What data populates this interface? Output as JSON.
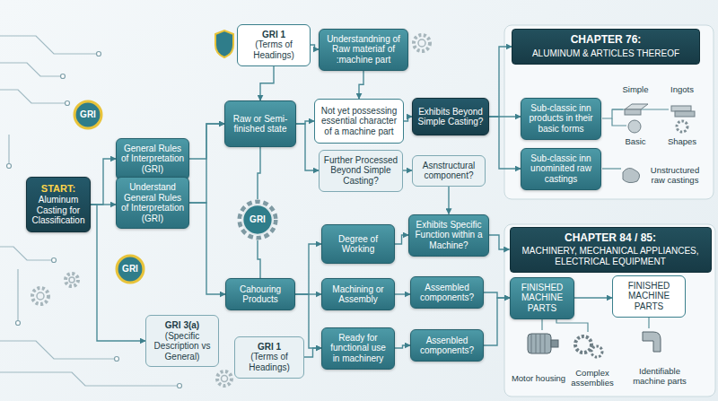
{
  "diagram": {
    "nodes": [
      {
        "text": [
          "START:",
          "Aluminum Casting for Classification"
        ]
      },
      {
        "text": [
          "General Rules of Interpretation (GRI)"
        ]
      },
      {
        "text": [
          "GRI"
        ]
      },
      {
        "text": [
          "Understand General Rules of Interpretation (GRI)"
        ]
      },
      {
        "text": [
          "GRI"
        ]
      },
      {
        "text": [
          "GRI 3(a)",
          "(Specific Description vs General)"
        ]
      },
      {
        "text": [
          "GRI 1",
          "(Terms of Headings)"
        ]
      },
      {
        "text": [
          "Raw or Semi-finished state"
        ]
      },
      {
        "text": [
          "GRI"
        ]
      },
      {
        "text": [
          "Cahouring Products"
        ]
      },
      {
        "text": [
          "GRI 1",
          "(Terms of Headings)"
        ]
      },
      {
        "text": [
          "Understandning of Raw materiaf of :machine part"
        ]
      },
      {
        "text": [
          "Not yet possessing essential character of a machine part"
        ]
      },
      {
        "text": [
          "Further Processed Beyond Simple Casting?"
        ]
      },
      {
        "text": [
          "Degree of Working"
        ]
      },
      {
        "text": [
          "Machining or Assembly"
        ]
      },
      {
        "text": [
          "Ready for functional use in machinery"
        ]
      },
      {
        "text": [
          "Exhibits Beyond Simple Casting?"
        ]
      },
      {
        "text": [
          "Asnstructural component?"
        ]
      },
      {
        "text": [
          "Exhibits Specific Function within a Machine?"
        ]
      },
      {
        "text": [
          "Assembled components?"
        ]
      },
      {
        "text": [
          "Assenbled components?"
        ]
      },
      {
        "text": [
          "CHAPTER 76:",
          "ALUMINUM & ARTICLES THEREOF"
        ]
      },
      {
        "text": [
          "Sub-classic inn products in their basic forms"
        ]
      },
      {
        "text": [
          "Sub-classic inn unominited raw castings"
        ]
      },
      {
        "text": [
          "CHAPTER 84 / 85:",
          "MACHINERY, MECHANICAL APPLIANCES, ELECTRICAL EQUIPMENT"
        ]
      },
      {
        "text": [
          "FINISHED MACHINE PARTS"
        ]
      },
      {
        "text": [
          "FINISHED MACHINE PARTS"
        ]
      }
    ],
    "edges": [
      {
        "from": 0,
        "to": 1,
        "arrow": "to"
      },
      {
        "from": 0,
        "to": 3,
        "arrow": "to"
      },
      {
        "from": 0,
        "to": 5,
        "arrow": "to"
      },
      {
        "from": 1,
        "to": 7,
        "arrow": "to"
      },
      {
        "from": 3,
        "to": 7,
        "arrow": "to"
      },
      {
        "from": 3,
        "to": 9,
        "arrow": "to"
      },
      {
        "from": 6,
        "to": 7,
        "arrow": "to"
      },
      {
        "from": 6,
        "to": 11,
        "arrow": "to"
      },
      {
        "from": 7,
        "to": 12,
        "arrow": "to"
      },
      {
        "from": 7,
        "to": 13,
        "arrow": "to"
      },
      {
        "from": 7,
        "to": 8,
        "arrow": "none"
      },
      {
        "from": 8,
        "to": 9,
        "arrow": "none"
      },
      {
        "from": 11,
        "to": 12,
        "arrow": "to"
      },
      {
        "from": 12,
        "to": 17,
        "arrow": "to"
      },
      {
        "from": 13,
        "to": 18,
        "arrow": "to"
      },
      {
        "from": 9,
        "to": 14,
        "arrow": "to"
      },
      {
        "from": 9,
        "to": 15,
        "arrow": "to"
      },
      {
        "from": 9,
        "to": 16,
        "arrow": "to"
      },
      {
        "from": 10,
        "to": 16,
        "arrow": "to"
      },
      {
        "from": 14,
        "to": 19,
        "arrow": "to"
      },
      {
        "from": 15,
        "to": 20,
        "arrow": "to"
      },
      {
        "from": 16,
        "to": 21,
        "arrow": "to"
      },
      {
        "from": 18,
        "to": 19,
        "arrow": "to"
      },
      {
        "from": 17,
        "to": 22,
        "arrow": "to"
      },
      {
        "from": 17,
        "to": 23,
        "arrow": "to"
      },
      {
        "from": 17,
        "to": 24,
        "arrow": "to"
      },
      {
        "from": 19,
        "to": 25,
        "arrow": "to"
      },
      {
        "from": 20,
        "to": 26,
        "arrow": "to"
      },
      {
        "from": 21,
        "to": 26,
        "arrow": "to"
      },
      {
        "from": 26,
        "to": 27,
        "arrow": "to"
      }
    ],
    "labels": [
      "Simple",
      "Ingots",
      "Basic",
      "Shapes",
      "Unstructured raw castings",
      "Motor housing",
      "Complex assemblies",
      "Identifiable machine parts"
    ]
  }
}
